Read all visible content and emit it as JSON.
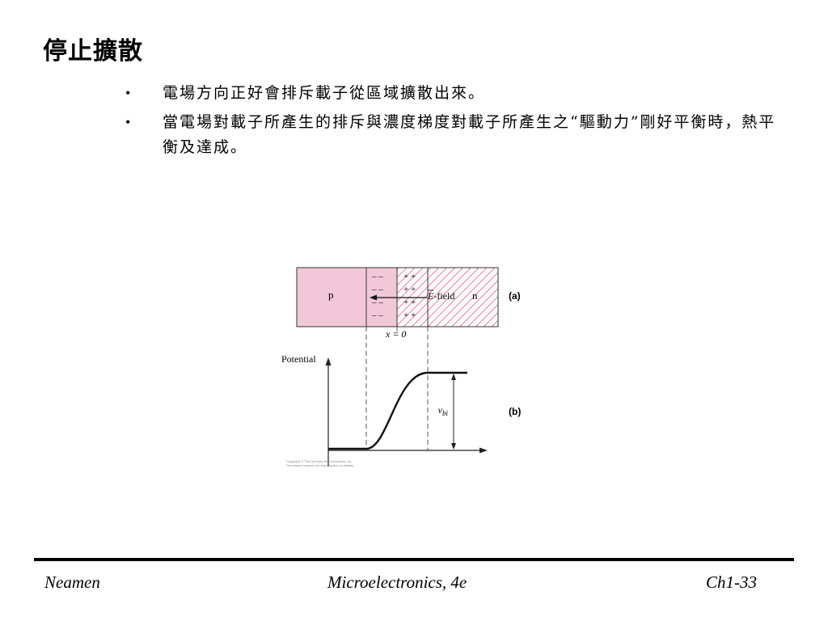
{
  "slide": {
    "title": "停止擴散",
    "bullets": [
      "電場方向正好會排斥載子從區域擴散出來。",
      "當電場對載子所產生的排斥與濃度梯度對載子所產生之“驅動力”剛好平衡時，熱平衡及達成。"
    ],
    "bullet_symbol": "•"
  },
  "figure": {
    "p_label": "p",
    "n_label": "n",
    "efield_label": "E-field",
    "efield_symbol": "E",
    "efield_suffix": "-field",
    "minus_row": "– –",
    "plus_row": "+ +",
    "x_zero_label": "x = 0",
    "potential_label": "Potential",
    "vbi_label": "v",
    "vbi_sub": "bi",
    "part_a": "(a)",
    "part_b": "(b)",
    "copyright_line1": "Copyright © The McGraw-Hill Companies, Inc.",
    "copyright_line2": "Permission required for reproduction or display.",
    "colors": {
      "p_fill": "#f2c8d8",
      "n_hatch": "#e8889f",
      "stroke": "#333333"
    }
  },
  "footer": {
    "left": "Neamen",
    "center": "Microelectronics, 4e",
    "right": "Ch1-33"
  }
}
